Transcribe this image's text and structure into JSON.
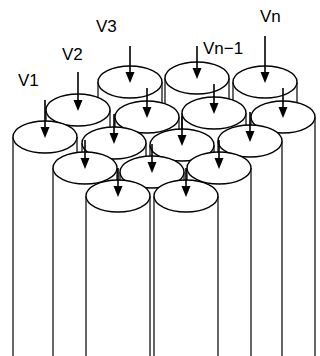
{
  "diagram": {
    "labels": [
      "V1",
      "V2",
      "V3",
      "Vn−1",
      "Vn"
    ]
  }
}
